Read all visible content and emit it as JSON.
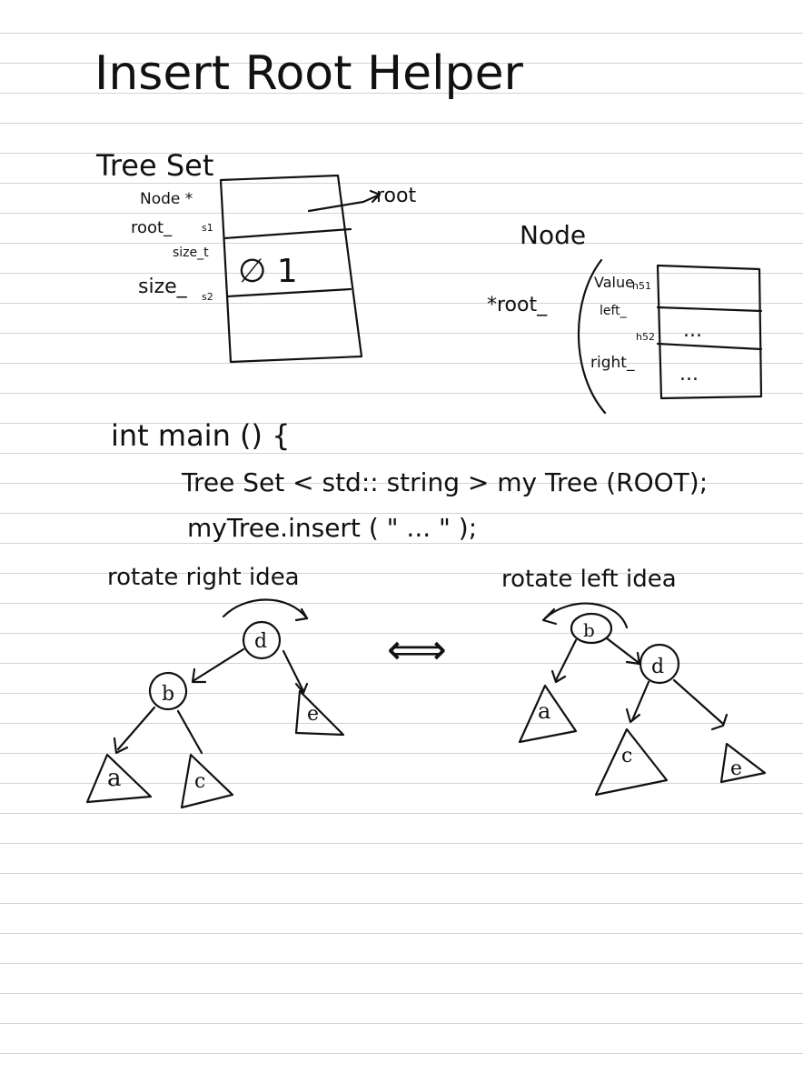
{
  "title": "Insert Root Helper",
  "tree_set_box": {
    "heading": "Tree Set",
    "label_node_ptr": "Node *",
    "label_root": "root_",
    "addr_root": "s1",
    "label_size_t": "size_t",
    "label_size": "size_",
    "addr_size": "s2",
    "root_arrow_label": "root",
    "size_value": "∅ 1"
  },
  "node_box": {
    "heading": "Node",
    "pointer_label": "*root_",
    "label_value": "Value",
    "addr_left": "h51",
    "label_left": "left_",
    "addr_right": "h52",
    "label_right": "right_",
    "left_value": "...",
    "right_value": "..."
  },
  "code": {
    "line1": "int   main () {",
    "line2": "Tree Set < std:: string >   my Tree (ROOT);",
    "line3": "myTree.insert ( \" ... \" );"
  },
  "rotate_right": {
    "label": "rotate   right   idea",
    "nodes": {
      "d": "d",
      "b": "b",
      "e": "e",
      "a": "a",
      "c": "c"
    }
  },
  "equivalence_arrow": "⟺",
  "rotate_left": {
    "label": "rotate   left   idea",
    "nodes": {
      "b": "b",
      "d": "d",
      "a": "a",
      "c": "c",
      "e": "e"
    }
  }
}
